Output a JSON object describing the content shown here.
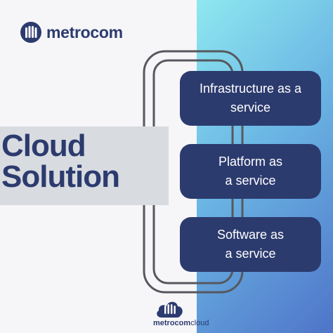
{
  "brand": {
    "name": "metrocom",
    "icon": "metrocom-logo-icon",
    "color": "#2c3b6e"
  },
  "hero": {
    "title_line1": "Cloud",
    "title_line2": "Solution"
  },
  "services": [
    {
      "line1": "Infrastructure as a",
      "line2": "service"
    },
    {
      "line1": "Platform as",
      "line2": "a service"
    },
    {
      "line1": "Software as",
      "line2": "a service"
    }
  ],
  "footer": {
    "brand_bold": "metrocom",
    "brand_light": "cloud",
    "icon": "metrocomcloud-logo-icon"
  },
  "colors": {
    "navy": "#2c3b6e",
    "accent_gradient_start": "#8fe8ef",
    "accent_gradient_end": "#4f74c8",
    "box_gray": "#d8dbe0"
  }
}
